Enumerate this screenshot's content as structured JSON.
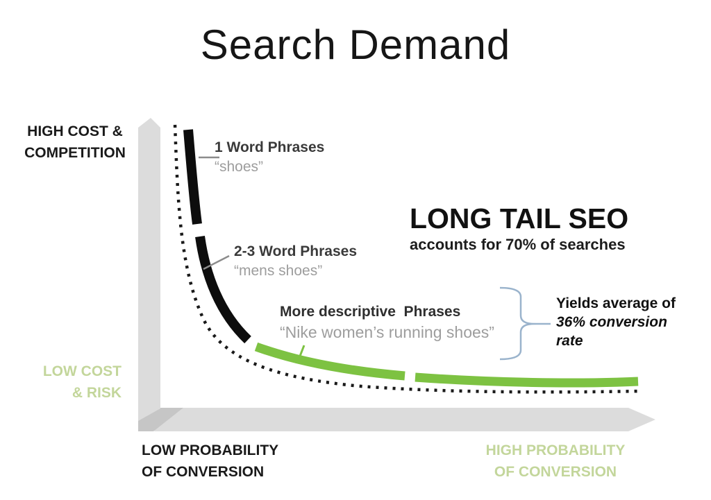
{
  "title": "Search Demand",
  "colors": {
    "ink": "#1a1a1a",
    "bar-black": "#0d0d0d",
    "accent-green": "#7dc242",
    "pale-green": "#c3d69b",
    "muted-gray": "#9d9d9d",
    "leader-gray": "#8c8c8c",
    "axis-gray": "#dcdcdc",
    "axis-gray-dark": "#c6c6c6",
    "bracket-blue": "#9ab3cc"
  },
  "axis_labels": {
    "y_high": "HIGH COST &\nCOMPETITION",
    "y_low": "LOW COST\n& RISK",
    "x_low": "LOW PROBABILITY\nOF CONVERSION",
    "x_high": "HIGH PROBABILITY\nOF CONVERSION"
  },
  "segments": [
    {
      "phrase": "1 Word Phrases",
      "example": "“shoes”"
    },
    {
      "phrase": "2-3 Word Phrases",
      "example": "“mens shoes”"
    },
    {
      "phrase": "More descriptive  Phrases",
      "example": "“Nike women’s running shoes”"
    }
  ],
  "callouts": {
    "long_tail_heading": "LONG TAIL SEO",
    "long_tail_sub": "accounts for 70% of searches",
    "yields_intro": "Yields average of",
    "yields_value": "36% conversion rate"
  }
}
